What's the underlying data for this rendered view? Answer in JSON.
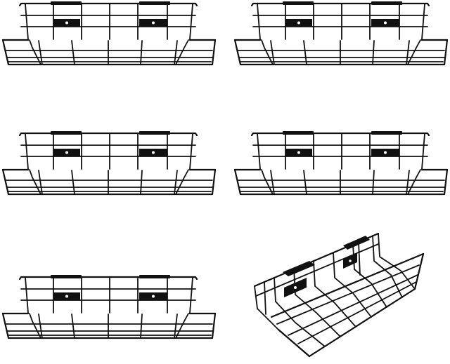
{
  "image": {
    "background_color": "#ffffff",
    "line_color": "#111111",
    "items": [
      {
        "name": "cable-tray-front-1",
        "view": "front"
      },
      {
        "name": "cable-tray-front-2",
        "view": "front"
      },
      {
        "name": "cable-tray-front-3",
        "view": "front"
      },
      {
        "name": "cable-tray-front-4",
        "view": "front"
      },
      {
        "name": "cable-tray-front-5",
        "view": "front"
      },
      {
        "name": "cable-tray-perspective",
        "view": "perspective"
      }
    ]
  }
}
